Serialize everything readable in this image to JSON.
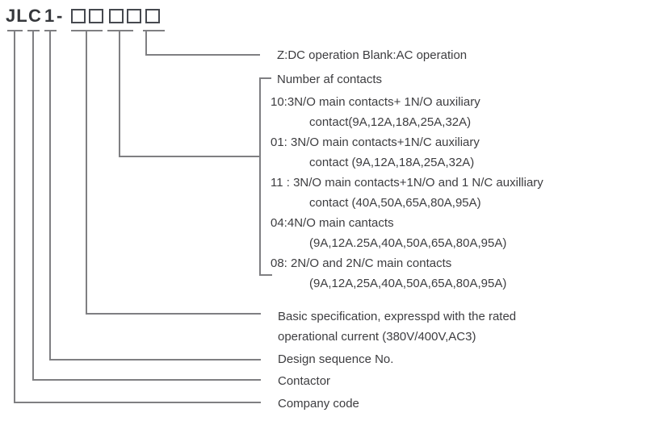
{
  "model": {
    "prefix": [
      "JL",
      "C",
      "1",
      "-"
    ],
    "box_count": 5
  },
  "labels": {
    "dc_operation": "Z:DC operation Blank:AC operation",
    "contacts_header": "Number af contacts",
    "contacts": [
      {
        "main": "10:3N/O main contacts+ 1N/O auxiliary",
        "cont": "contact(9A,12A,18A,25A,32A)"
      },
      {
        "main": "01: 3N/O main contacts+1N/C auxiliary",
        "cont": "contact (9A,12A,18A,25A,32A)"
      },
      {
        "main": "11 : 3N/O main contacts+1N/O and 1 N/C auxilliary",
        "cont": "contact (40A,50A,65A,80A,95A)"
      },
      {
        "main": "04:4N/O main cantacts",
        "cont": "(9A,12A.25A,40A,50A,65A,80A,95A)"
      },
      {
        "main": "08: 2N/O and 2N/C main contacts",
        "cont": "(9A,12A,25A,40A,50A,65A,80A,95A)"
      }
    ],
    "basic_spec_1": "Basic specification, expresspd with the rated",
    "basic_spec_2": "operational current (380V/400V,AC3)",
    "design_sequence": "Design sequence No.",
    "contactor": "Contactor",
    "company_code": "Company code"
  },
  "colors": {
    "background": "#ffffff",
    "text": "#3d3d40",
    "line": "#7f7f82",
    "box_border": "#46494f"
  }
}
